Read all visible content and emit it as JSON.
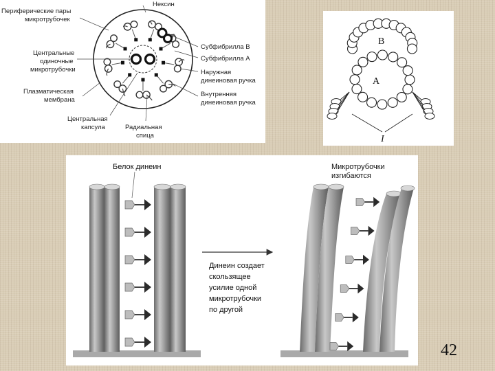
{
  "axoneme": {
    "labels": {
      "peripheral_pairs_1": "Периферические пары",
      "peripheral_pairs_2": "микротрубочек",
      "nexin": "Нексин",
      "central_single_1": "Центральные",
      "central_single_2": "одиночные",
      "central_single_3": "микротрубочки",
      "plasma_membrane_1": "Плазматическая",
      "plasma_membrane_2": "мембрана",
      "central_capsule_1": "Центральная",
      "central_capsule_2": "капсула",
      "radial_spoke_1": "Радиальная",
      "radial_spoke_2": "спица",
      "subfibril_b": "Субфибрилла В",
      "subfibril_a": "Субфибрилла А",
      "outer_dynein_1": "Наружная",
      "outer_dynein_2": "динеиновая ручка",
      "inner_dynein_1": "Внутренняя",
      "inner_dynein_2": "динеиновая ручка"
    }
  },
  "doublet": {
    "label_b": "B",
    "label_a": "A",
    "label_arms": "I"
  },
  "dynein_panel": {
    "dynein_protein": "Белок динеин",
    "bend_1": "Микротрубочки",
    "bend_2": "изгибаются",
    "caption": [
      "Динеин создает",
      "скользящее",
      "усилие одной",
      "микротрубочки",
      "по другой"
    ]
  },
  "page_number": "42"
}
